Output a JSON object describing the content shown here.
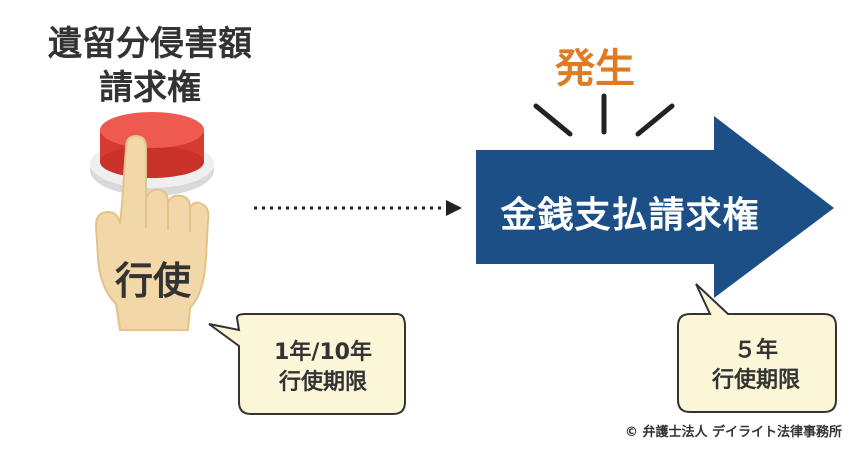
{
  "left": {
    "title_line1": "遺留分侵害額",
    "title_line2": "請求権",
    "hand_label": "行使",
    "bubble_line1": "1年/10年",
    "bubble_line2": "行使期限",
    "icon": "hand-pressing-button-icon"
  },
  "right": {
    "event_label": "発生",
    "arrow_label": "金銭支払請求権",
    "bubble_line1": "５年",
    "bubble_line2": "行使期限"
  },
  "footer": {
    "copyright": "© 弁護士法人 デイライト法律事務所"
  },
  "colors": {
    "arrow": "#1c4f86",
    "event": "#e07b22",
    "bubble_fill": "#fbf6d8",
    "button_red": "#e8453c",
    "skin": "#f2d7a8"
  }
}
